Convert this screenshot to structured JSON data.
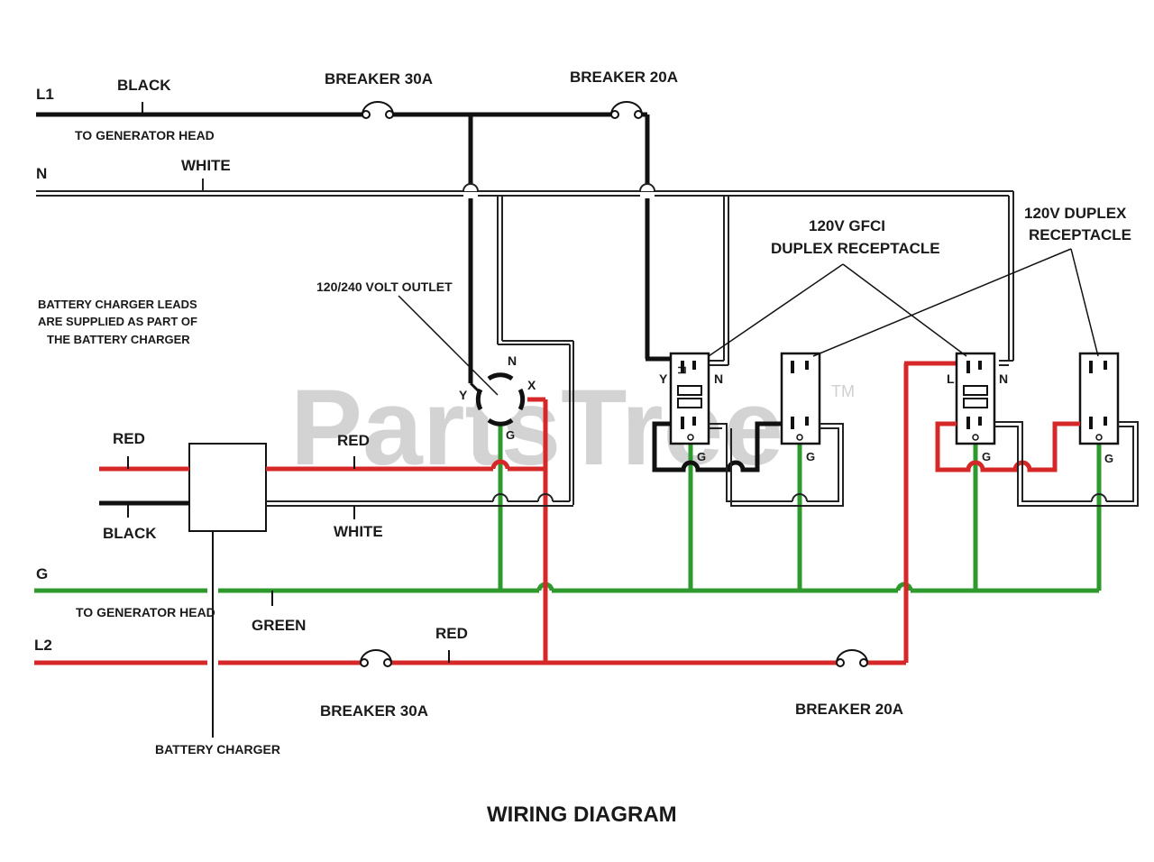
{
  "colors": {
    "black_wire": "#111111",
    "white_wire": "#ffffff",
    "white_outline": "#222222",
    "red_wire": "#d62828",
    "green_wire": "#2e9a2e",
    "watermark": "#d3d3d3"
  },
  "watermark": {
    "brand": "PartsTree",
    "tm": "TM"
  },
  "lines": {
    "l1": "L1",
    "n": "N",
    "g": "G",
    "l2": "L2"
  },
  "wires": {
    "black": "BLACK",
    "white": "WHITE",
    "green": "GREEN",
    "red": "RED"
  },
  "to_generator_head_top": "TO GENERATOR HEAD",
  "to_generator_head_bottom": "TO GENERATOR HEAD",
  "breakers": {
    "top_30a": "BREAKER 30A",
    "top_20a": "BREAKER 20A",
    "bottom_30a": "BREAKER 30A",
    "bottom_20a": "BREAKER 20A"
  },
  "charger_note": [
    "BATTERY CHARGER LEADS",
    "ARE SUPPLIED AS PART OF",
    "THE BATTERY CHARGER"
  ],
  "charger": {
    "label": "BATTERY CHARGER",
    "red": "RED",
    "black": "BLACK",
    "red_out": "RED",
    "white_out": "WHITE"
  },
  "outlet_240": {
    "label": "120/240 VOLT OUTLET",
    "y": "Y",
    "n": "N",
    "x": "X",
    "g": "G"
  },
  "gfci": {
    "label_line1": "120V GFCI",
    "label_line2": "DUPLEX RECEPTACLE"
  },
  "duplex": {
    "label_line1": "120V DUPLEX",
    "label_line2": "RECEPTACLE"
  },
  "terminals": {
    "y": "Y",
    "n": "N",
    "l": "L",
    "g": "G"
  },
  "title": "WIRING DIAGRAM"
}
